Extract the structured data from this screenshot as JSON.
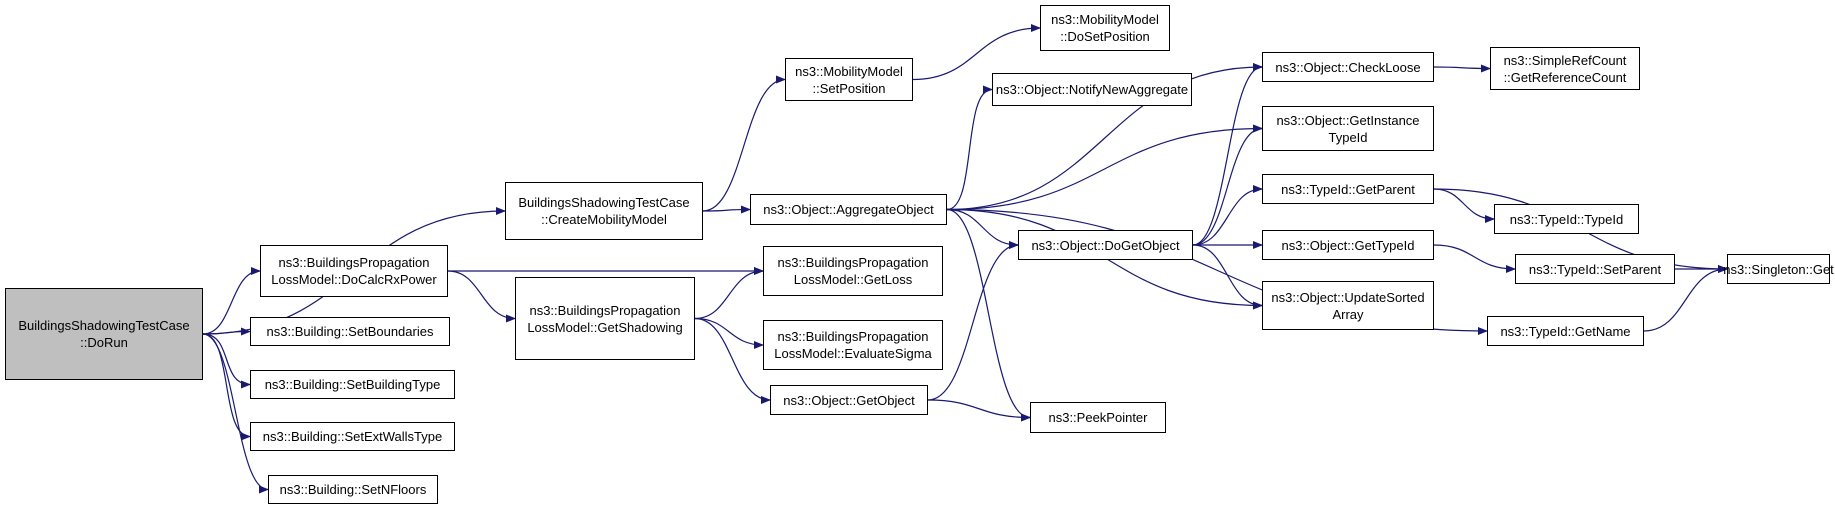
{
  "colors": {
    "edge": "#191970",
    "root_fill": "#bfbfbf",
    "node_fill": "#ffffff",
    "border": "#000000"
  },
  "nodes": [
    {
      "id": "root",
      "lines": [
        "BuildingsShadowingTestCase",
        "::DoRun"
      ]
    },
    {
      "id": "createMobility",
      "lines": [
        "BuildingsShadowingTestCase",
        "::CreateMobilityModel"
      ]
    },
    {
      "id": "doCalcRx",
      "lines": [
        "ns3::BuildingsPropagation",
        "LossModel::DoCalcRxPower"
      ]
    },
    {
      "id": "setBoundaries",
      "lines": [
        "ns3::Building::SetBoundaries"
      ]
    },
    {
      "id": "setBuildingType",
      "lines": [
        "ns3::Building::SetBuildingType"
      ]
    },
    {
      "id": "setExtWalls",
      "lines": [
        "ns3::Building::SetExtWallsType"
      ]
    },
    {
      "id": "setNFloors",
      "lines": [
        "ns3::Building::SetNFloors"
      ]
    },
    {
      "id": "setPosition",
      "lines": [
        "ns3::MobilityModel",
        "::SetPosition"
      ]
    },
    {
      "id": "aggregate",
      "lines": [
        "ns3::Object::AggregateObject"
      ]
    },
    {
      "id": "getShadowing",
      "lines": [
        "ns3::BuildingsPropagation",
        "LossModel::GetShadowing"
      ]
    },
    {
      "id": "getLoss",
      "lines": [
        "ns3::BuildingsPropagation",
        "LossModel::GetLoss"
      ]
    },
    {
      "id": "evalSigma",
      "lines": [
        "ns3::BuildingsPropagation",
        "LossModel::EvaluateSigma"
      ]
    },
    {
      "id": "getObject",
      "lines": [
        "ns3::Object::GetObject"
      ]
    },
    {
      "id": "doSetPosition",
      "lines": [
        "ns3::MobilityModel",
        "::DoSetPosition"
      ]
    },
    {
      "id": "notifyNew",
      "lines": [
        "ns3::Object::NotifyNewAggregate"
      ]
    },
    {
      "id": "doGetObject",
      "lines": [
        "ns3::Object::DoGetObject"
      ]
    },
    {
      "id": "peekPointer",
      "lines": [
        "ns3::PeekPointer"
      ]
    },
    {
      "id": "checkLoose",
      "lines": [
        "ns3::Object::CheckLoose"
      ]
    },
    {
      "id": "getInstance",
      "lines": [
        "ns3::Object::GetInstance",
        "TypeId"
      ]
    },
    {
      "id": "getParent",
      "lines": [
        "ns3::TypeId::GetParent"
      ]
    },
    {
      "id": "getTypeId",
      "lines": [
        "ns3::Object::GetTypeId"
      ]
    },
    {
      "id": "updateSorted",
      "lines": [
        "ns3::Object::UpdateSorted",
        "Array"
      ]
    },
    {
      "id": "getName",
      "lines": [
        "ns3::TypeId::GetName"
      ]
    },
    {
      "id": "getRefCount",
      "lines": [
        "ns3::SimpleRefCount",
        "::GetReferenceCount"
      ]
    },
    {
      "id": "typeIdCtor",
      "lines": [
        "ns3::TypeId::TypeId"
      ]
    },
    {
      "id": "setParent",
      "lines": [
        "ns3::TypeId::SetParent"
      ]
    },
    {
      "id": "singletonGet",
      "lines": [
        "ns3::Singleton::Get"
      ]
    }
  ],
  "edges": [
    [
      "root",
      "createMobility"
    ],
    [
      "root",
      "doCalcRx"
    ],
    [
      "root",
      "setBoundaries"
    ],
    [
      "root",
      "setBuildingType"
    ],
    [
      "root",
      "setExtWalls"
    ],
    [
      "root",
      "setNFloors"
    ],
    [
      "createMobility",
      "setPosition"
    ],
    [
      "createMobility",
      "aggregate"
    ],
    [
      "doCalcRx",
      "getLoss"
    ],
    [
      "doCalcRx",
      "getShadowing"
    ],
    [
      "getShadowing",
      "getLoss"
    ],
    [
      "getShadowing",
      "evalSigma"
    ],
    [
      "getShadowing",
      "getObject"
    ],
    [
      "setPosition",
      "doSetPosition"
    ],
    [
      "aggregate",
      "notifyNew"
    ],
    [
      "aggregate",
      "checkLoose"
    ],
    [
      "aggregate",
      "getInstance"
    ],
    [
      "aggregate",
      "doGetObject"
    ],
    [
      "aggregate",
      "updateSorted"
    ],
    [
      "aggregate",
      "getName"
    ],
    [
      "aggregate",
      "peekPointer"
    ],
    [
      "getObject",
      "doGetObject"
    ],
    [
      "getObject",
      "peekPointer"
    ],
    [
      "doGetObject",
      "checkLoose"
    ],
    [
      "doGetObject",
      "getInstance"
    ],
    [
      "doGetObject",
      "getParent"
    ],
    [
      "doGetObject",
      "getTypeId"
    ],
    [
      "doGetObject",
      "updateSorted"
    ],
    [
      "checkLoose",
      "getRefCount"
    ],
    [
      "getParent",
      "typeIdCtor"
    ],
    [
      "getParent",
      "singletonGet"
    ],
    [
      "getTypeId",
      "setParent"
    ],
    [
      "setParent",
      "singletonGet"
    ],
    [
      "getName",
      "singletonGet"
    ]
  ]
}
